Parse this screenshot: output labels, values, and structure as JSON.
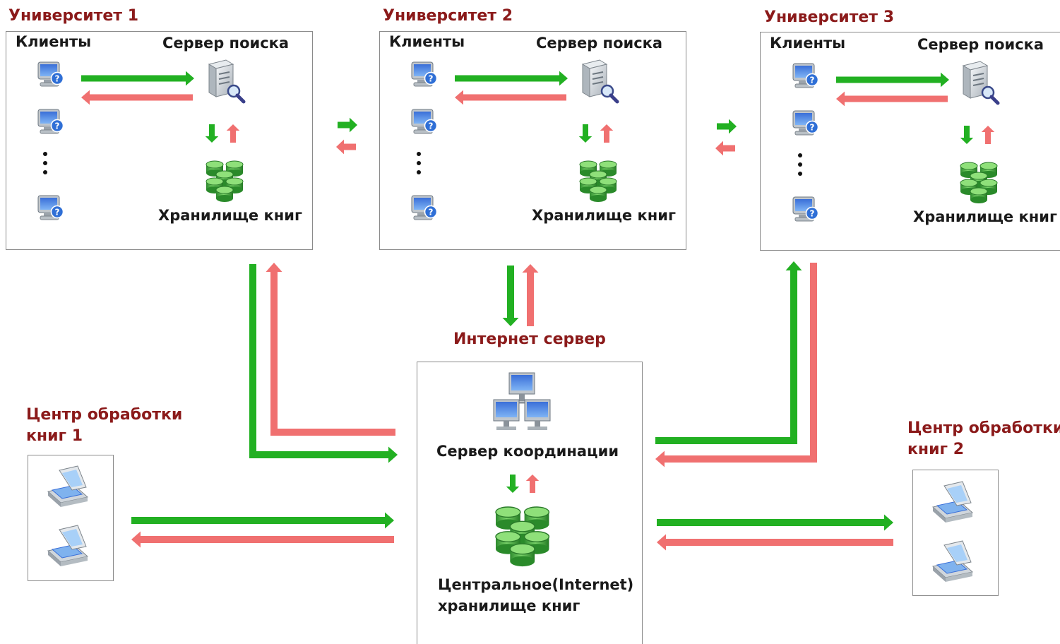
{
  "universities": [
    {
      "title": "Университет 1",
      "clients_label": "Клиенты",
      "server_label": "Сервер поиска",
      "storage_label": "Хранилище книг"
    },
    {
      "title": "Университет 2",
      "clients_label": "Клиенты",
      "server_label": "Сервер поиска",
      "storage_label": "Хранилище книг"
    },
    {
      "title": "Университет 3",
      "clients_label": "Клиенты",
      "server_label": "Сервер поиска",
      "storage_label": "Хранилище книг"
    }
  ],
  "internet_server": {
    "title": "Интернет сервер",
    "coordination_label": "Сервер координации",
    "central_storage_label_1": "Центральное(Internet)",
    "central_storage_label_2": "хранилище книг"
  },
  "processing_centers": [
    {
      "title_line1": "Центр обработки",
      "title_line2": "книг 1"
    },
    {
      "title_line1": "Центр обработки",
      "title_line2": "книг 2"
    }
  ],
  "colors": {
    "title": "#8b1a1a",
    "request_arrow": "#22b022",
    "response_arrow": "#f07070",
    "border": "#8a8a8a"
  },
  "icons": [
    "client-computer-icon",
    "search-server-icon",
    "book-storage-database-icon",
    "coordination-network-icon",
    "scanner-icon",
    "ellipsis-dots-icon"
  ]
}
